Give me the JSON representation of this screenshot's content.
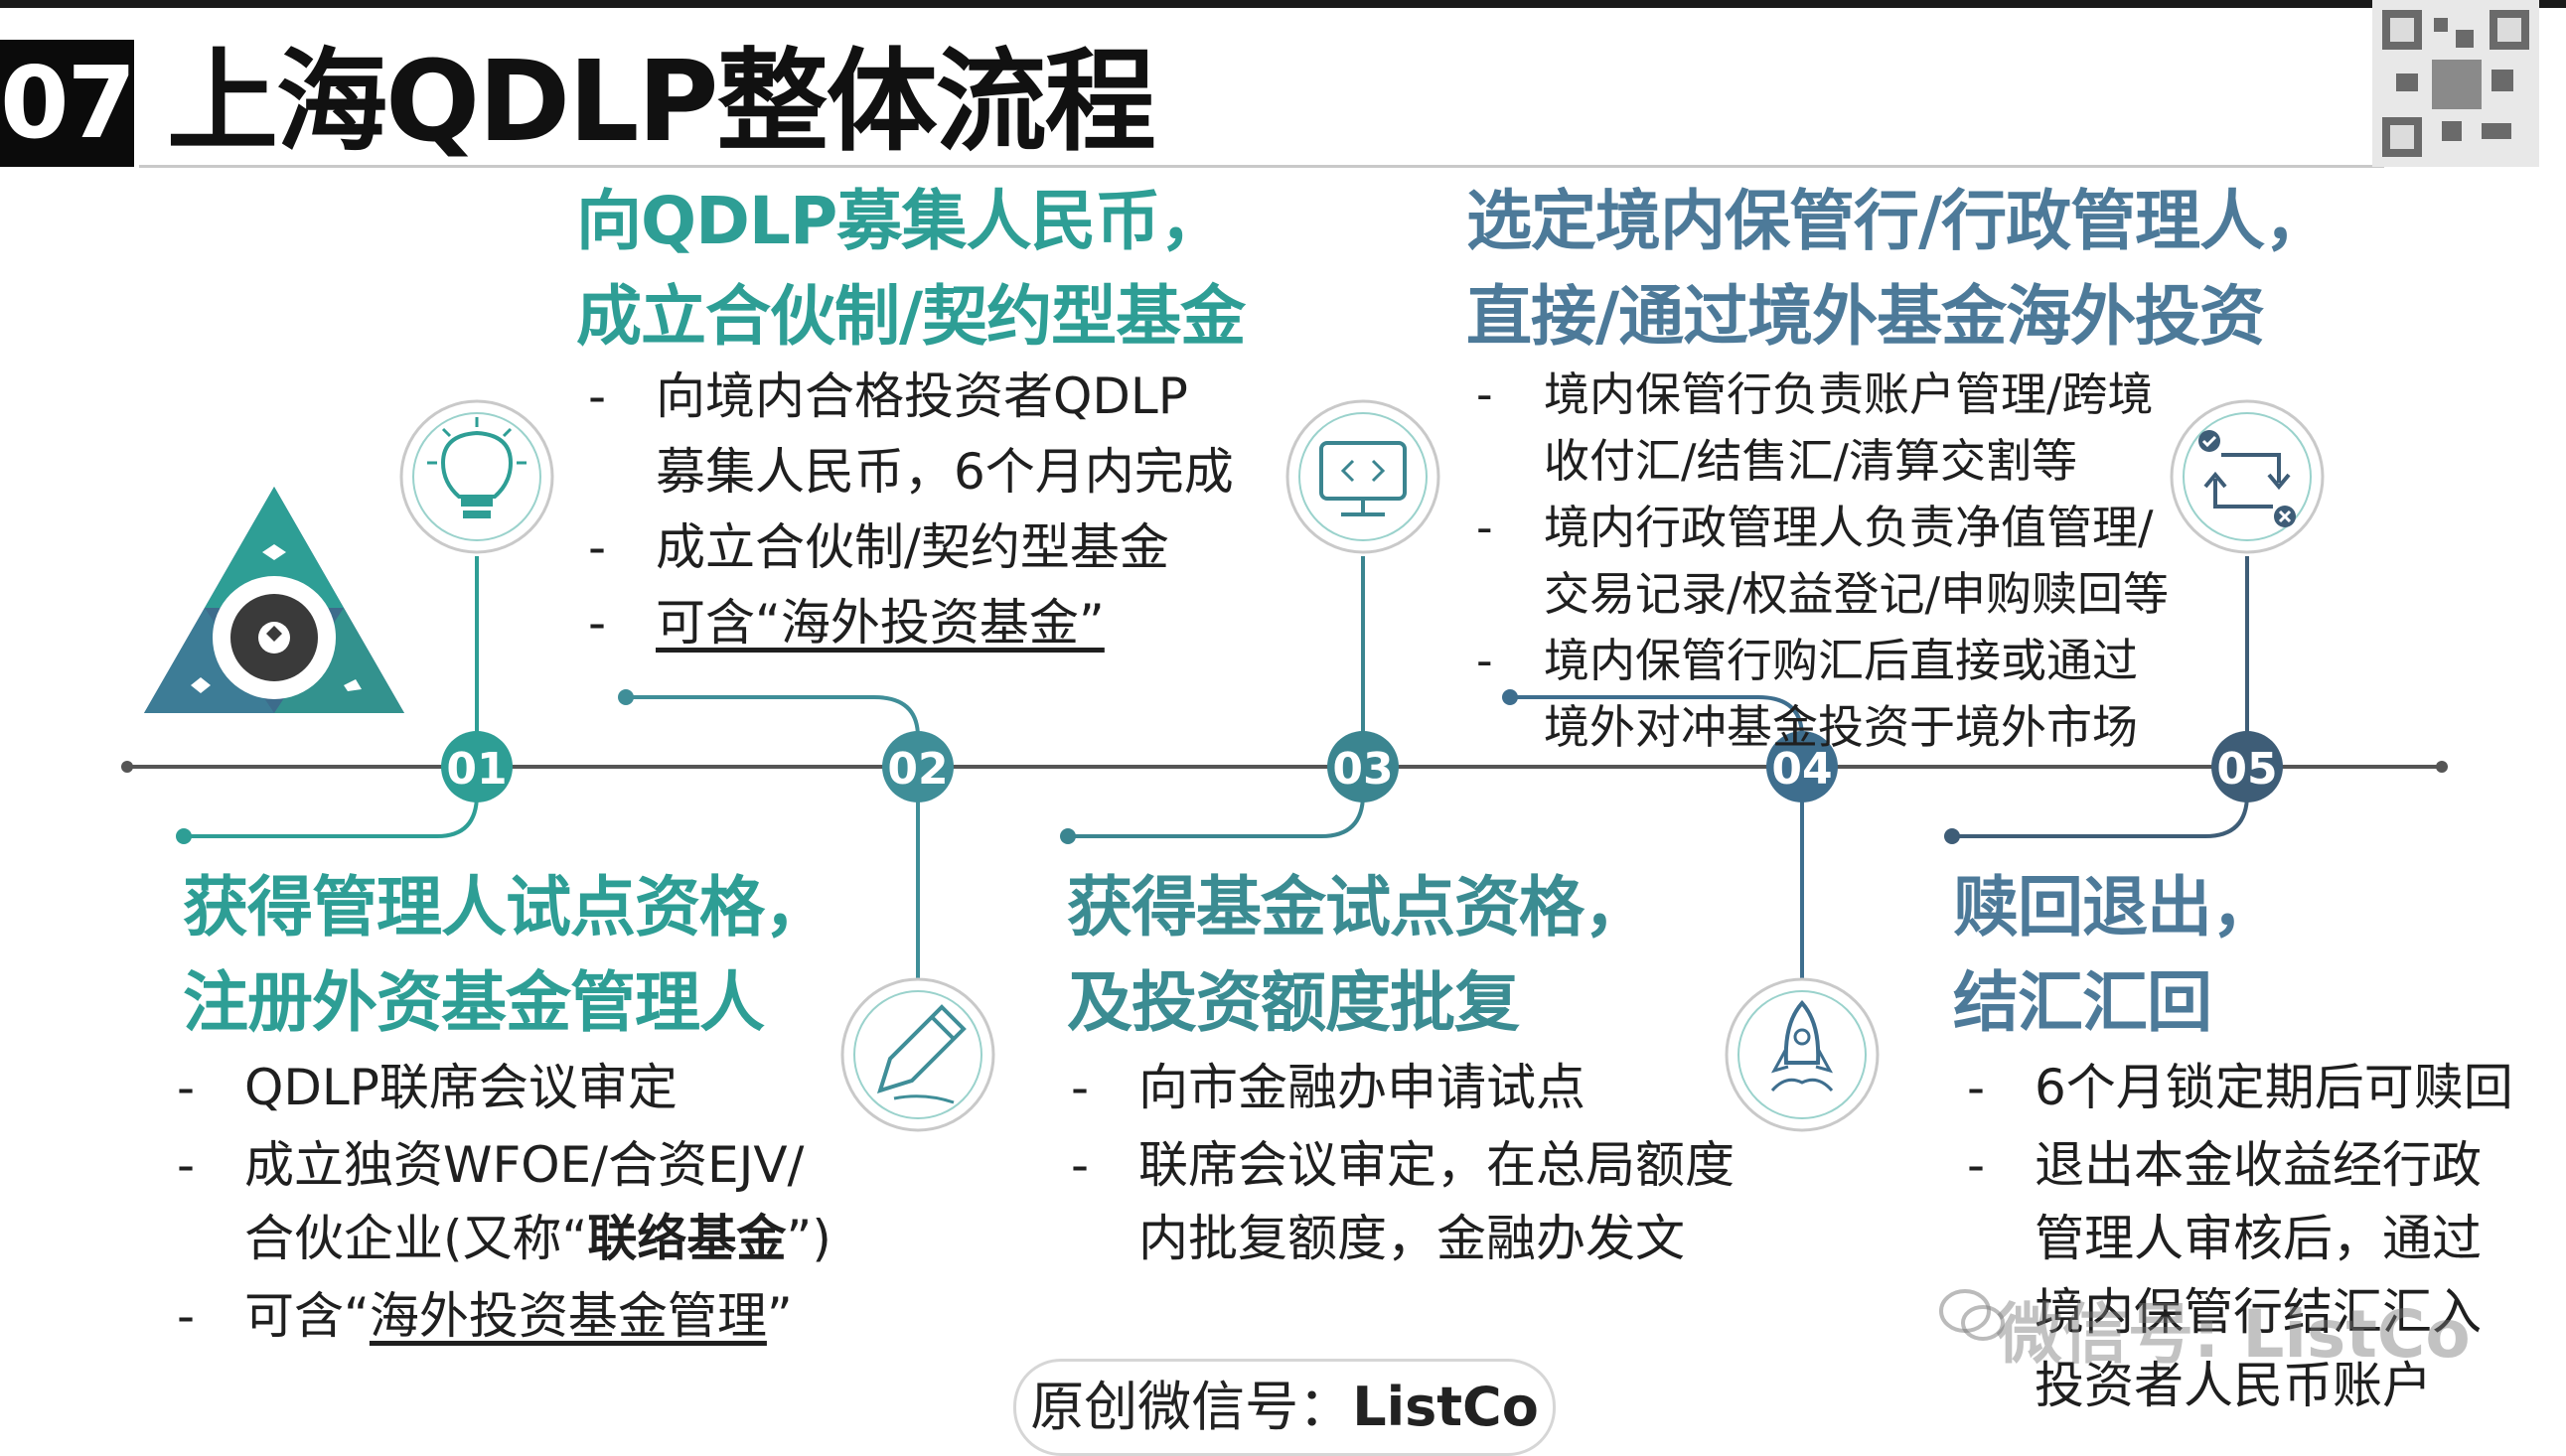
{
  "header": {
    "number": "07",
    "title": "上海QDLP整体流程"
  },
  "colors": {
    "teal": "#2e9e95",
    "steel_blue": "#4d7a99",
    "dark_navy": "#3e5d77",
    "timeline_gray": "#555555"
  },
  "stages": [
    {
      "id": "01",
      "position": "below",
      "title_lines": [
        "获得管理人试点资格，",
        "注册外资基金管理人"
      ],
      "bullets": [
        "QDLP联席会议审定",
        "成立独资WFOE/合资EJV/",
        "合伙企业(又称“联络基金”)",
        "可含“海外投资基金管理”"
      ],
      "icon": "lightbulb-icon"
    },
    {
      "id": "02",
      "position": "above",
      "title_lines": [
        "向QDLP募集人民币，",
        "成立合伙制/契约型基金"
      ],
      "bullets": [
        "向境内合格投资者QDLP",
        "募集人民币，6个月内完成",
        "成立合伙制/契约型基金",
        "可含“海外投资基金”"
      ],
      "icon": "pencil-icon"
    },
    {
      "id": "03",
      "position": "below",
      "title_lines": [
        "获得基金试点资格，",
        "及投资额度批复"
      ],
      "bullets": [
        "向市金融办申请试点",
        "联席会议审定，在总局额度",
        "内批复额度，金融办发文"
      ],
      "icon": "monitor-code-icon"
    },
    {
      "id": "04",
      "position": "above",
      "title_lines": [
        "选定境内保管行/行政管理人，",
        "直接/通过境外基金海外投资"
      ],
      "bullets": [
        "境内保管行负责账户管理/跨境",
        "收付汇/结售汇/清算交割等",
        "境内行政管理人负责净值管理/",
        "交易记录/权益登记/申购赎回等",
        "境内保管行购汇后直接或通过",
        "境外对冲基金投资于境外市场"
      ],
      "icon": "rocket-icon"
    },
    {
      "id": "05",
      "position": "below",
      "title_lines": [
        "赎回退出，",
        "结汇汇回"
      ],
      "bullets": [
        "6个月锁定期后可赎回",
        "退出本金收益经行政",
        "管理人审核后，通过",
        "境内保管行结汇汇入",
        "投资者人民币账户"
      ],
      "icon": "cycle-arrows-icon"
    }
  ],
  "footer": {
    "badge_label": "原创微信号：",
    "badge_value": "ListCo",
    "watermark": "微信号: ListCo"
  }
}
